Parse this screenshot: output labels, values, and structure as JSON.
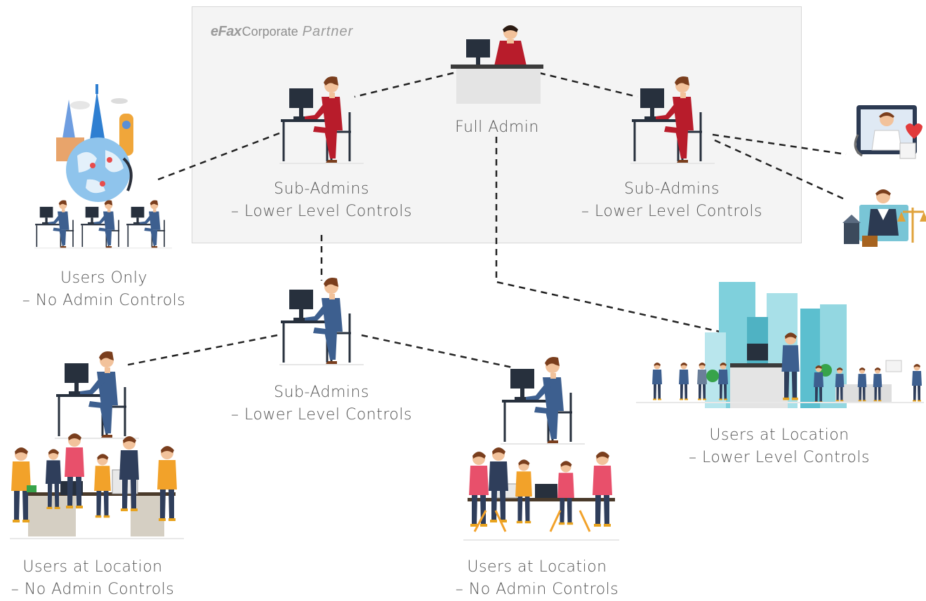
{
  "brand": {
    "logo_text": "eFax",
    "product_text": "Corporate",
    "tier_text": "Partner"
  },
  "labels": {
    "full_admin": "Full Admin",
    "subadmin_left_line1": "Sub-Admins",
    "subadmin_left_line2": "– Lower Level Controls",
    "subadmin_right_line1": "Sub-Admins",
    "subadmin_right_line2": "– Lower Level Controls",
    "subadmin_mid_line1": "Sub-Admins",
    "subadmin_mid_line2": "– Lower Level Controls",
    "users_only_line1": "Users Only",
    "users_only_line2": "– No Admin Controls",
    "users_loc_left_line1": "Users at Location",
    "users_loc_left_line2": "– No Admin Controls",
    "users_loc_mid_line1": "Users at Location",
    "users_loc_mid_line2": "– No Admin Controls",
    "users_loc_right_line1": "Users at Location",
    "users_loc_right_line2": "– Lower Level Controls"
  },
  "colors": {
    "admin_suit": "#b81c2b",
    "user_suit": "#3d5f8f",
    "computer": "#27303d",
    "connector": "#222222",
    "box_bg": "#f4f4f4",
    "label_text": "#555555"
  }
}
